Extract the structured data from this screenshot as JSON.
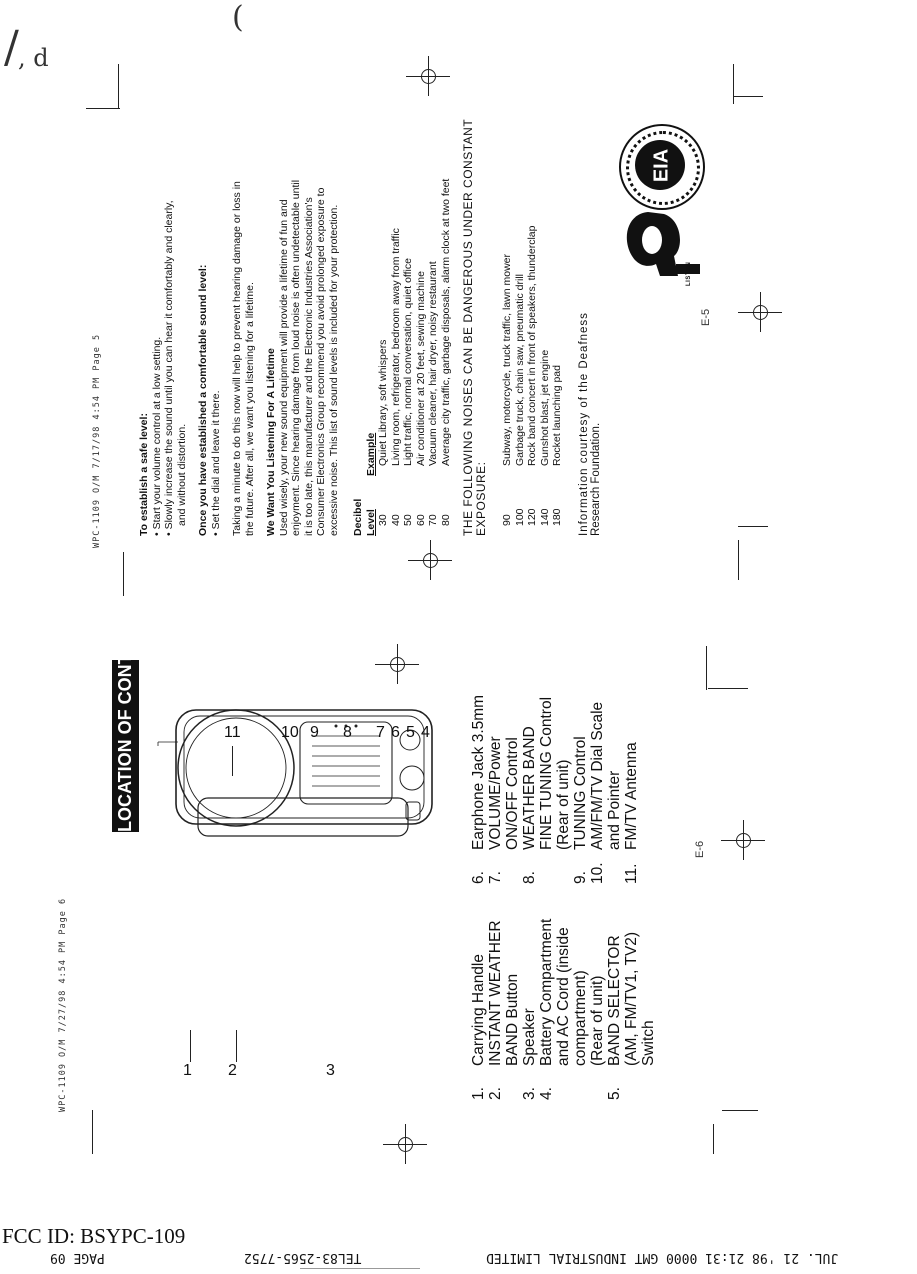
{
  "left_page": {
    "header": "WPC-1109 O/M   7/27/98   4:54 PM   Page 6",
    "title": "LOCATION OF CONTROLS",
    "page_no": "E-6",
    "callouts": [
      "1",
      "2",
      "3",
      "4",
      "5",
      "6",
      "7",
      "8",
      "9",
      "10",
      "11"
    ],
    "controls": [
      {
        "n": "1.",
        "label": "Carrying Handle"
      },
      {
        "n": "2.",
        "label": "INSTANT WEATHER"
      },
      {
        "n": "",
        "label": "BAND Button"
      },
      {
        "n": "3.",
        "label": "Speaker"
      },
      {
        "n": "4.",
        "label": "Battery Compartment"
      },
      {
        "n": "",
        "label": "and AC Cord (inside"
      },
      {
        "n": "",
        "label": "compartment)"
      },
      {
        "n": "",
        "label": "(Rear of unit)"
      },
      {
        "n": "5.",
        "label": "BAND SELECTOR"
      },
      {
        "n": "",
        "label": "(AM, FM/TV1, TV2)"
      },
      {
        "n": "",
        "label": "Switch"
      }
    ],
    "controls_b": [
      {
        "n": "6.",
        "label": "Earphone Jack 3.5mm"
      },
      {
        "n": "7.",
        "label": "VOLUME/Power"
      },
      {
        "n": "",
        "label": "ON/OFF Control"
      },
      {
        "n": "8.",
        "label": "WEATHER BAND"
      },
      {
        "n": "",
        "label": "FINE TUNING Control"
      },
      {
        "n": "",
        "label": "(Rear of unit)"
      },
      {
        "n": "9.",
        "label": "TUNING Control"
      },
      {
        "n": "10.",
        "label": "AM/FM/TV Dial Scale"
      },
      {
        "n": "",
        "label": "and Pointer"
      },
      {
        "n": "11.",
        "label": "FM/TV Antenna"
      }
    ]
  },
  "right_page": {
    "header": "WPC-1109 O/M   7/17/98   4:54 PM   Page 5",
    "page_no": "E-5",
    "safe_title": "To establish a safe level:",
    "safe_items": [
      "Start your volume control at a low setting.",
      "Slowly increase the sound until you can hear it comfortably and clearly,",
      "and without distortion."
    ],
    "comfort_title": "Once you have established a comfortable sound level:",
    "comfort_item": "Set the dial and leave it there.",
    "taking_1": "Taking a minute to do this now will help to prevent hearing damage or loss in",
    "taking_2": "the future. After all, we want you listening for a lifetime.",
    "lifetime_title": "We Want You Listening For A Lifetime",
    "lifetime_lines": [
      "Used wisely, your new sound equipment will provide a lifetime of fun and",
      "enjoyment. Since hearing damage from loud noise is often undetectable until",
      "it is too late, this manufacturer and the Electronic Industries Association's",
      "Consumer Electronics Group recommend you avoid prolonged exposure to",
      "excessive noise. This list of sound levels is included for your protection."
    ],
    "table_head": [
      "Decibel",
      "Level",
      "Example"
    ],
    "table_rows": [
      {
        "db": "30",
        "ex": "Quiet Library, soft whispers"
      },
      {
        "db": "40",
        "ex": "Living room, refrigerator, bedroom away from traffic"
      },
      {
        "db": "50",
        "ex": "Light traffic, normal conversation, quiet office"
      },
      {
        "db": "60",
        "ex": "Air conditioner at 20 feet, sewing machine"
      },
      {
        "db": "70",
        "ex": "Vacuum cleaner, hair dryer, noisy restaurant"
      },
      {
        "db": "80",
        "ex": "Average city traffic, garbage disposals, alarm clock at two feet"
      }
    ],
    "danger_1": "THE FOLLOWING NOISES CAN BE DANGEROUS UNDER CONSTANT",
    "danger_2": "EXPOSURE:",
    "danger_rows": [
      {
        "db": "90",
        "ex": "Subway, motorcycle, truck traffic, lawn mower"
      },
      {
        "db": "100",
        "ex": "Garbage truck, chain saw, pneumatic drill"
      },
      {
        "db": "120",
        "ex": "Rock band concert in front of speakers, thunderclap"
      },
      {
        "db": "140",
        "ex": "Gunshot blast, jet engine"
      },
      {
        "db": "180",
        "ex": "Rocket launching pad"
      }
    ],
    "info_1": "Information courtesy of the Deafness",
    "info_2": "Research Foundation.",
    "eia_text": "EIA",
    "listening_text": "LISTEN"
  },
  "footer": {
    "fcc": "FCC ID: BSYPC-109",
    "fax_left": "PAGE 09",
    "fax_mid": "TEL83-2565-7752",
    "fax_right": "JUL. 21 '98 21:31 0000 GMT INDUSTRIAL LIMITED"
  }
}
